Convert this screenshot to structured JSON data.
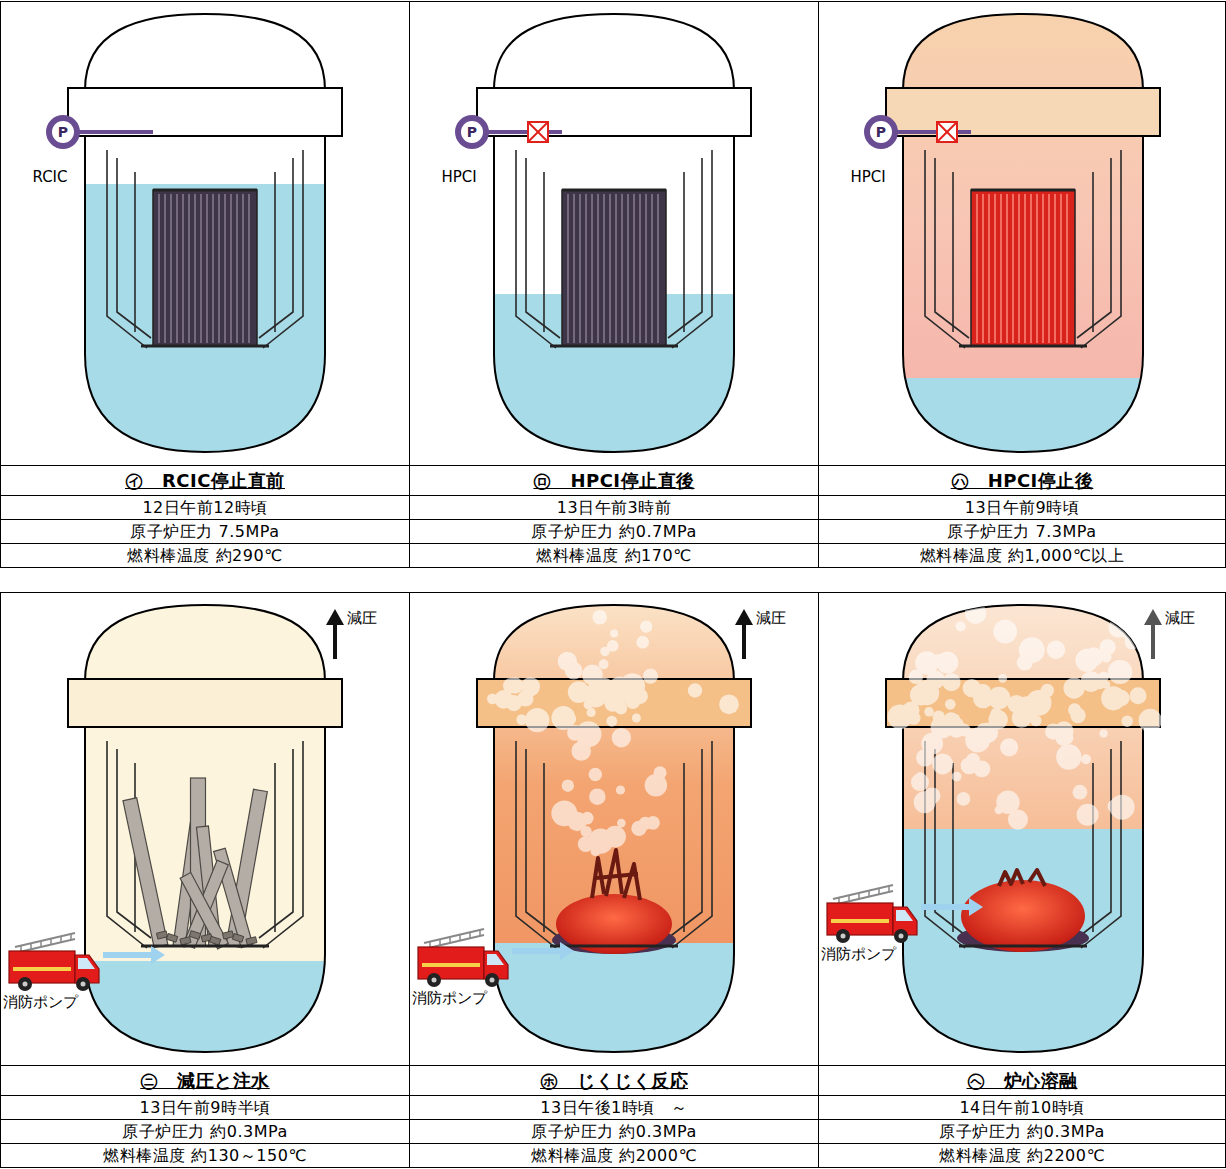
{
  "diagram": {
    "nodes": [
      {
        "text": [
          "㋑　RCIC停止直前",
          "12日午前12時頃",
          "原子炉圧力 7.5MPa",
          "燃料棒温度 約290℃"
        ]
      },
      {
        "text": [
          "㋺　HPCI停止直後",
          "13日午前3時前",
          "原子炉圧力 約0.7MPa",
          "燃料棒温度 約170℃"
        ]
      },
      {
        "text": [
          "㋩　HPCI停止後",
          "13日午前9時頃",
          "原子炉圧力 7.3MPa",
          "燃料棒温度 約1,000℃以上"
        ]
      },
      {
        "text": [
          "㋥　減圧と注水",
          "13日午前9時半頃",
          "原子炉圧力 約0.3MPa",
          "燃料棒温度 約130～150℃"
        ]
      },
      {
        "text": [
          "㋭　じくじく反応",
          "13日午後1時頃　～",
          "原子炉圧力 約0.3MPa",
          "燃料棒温度 約2000℃"
        ]
      },
      {
        "text": [
          "㋬　炉心溶融",
          "14日午前10時頃",
          "原子炉圧力 約0.3MPa",
          "燃料棒温度 約2200℃"
        ]
      }
    ],
    "labels": [
      "P",
      "RCIC",
      "P",
      "HPCI",
      "P",
      "HPCI",
      "減圧",
      "消防ポンプ",
      "減圧",
      "消防ポンプ",
      "減圧",
      "消防ポンプ"
    ]
  }
}
